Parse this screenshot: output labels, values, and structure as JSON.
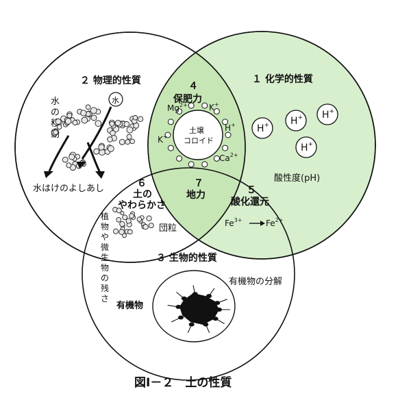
{
  "caption": "図Ⅰ－２　土の性質",
  "colors": {
    "chemical_fill": "#d8efce",
    "overlap_fill": "#c7e6b5",
    "stroke": "#111111",
    "white": "#ffffff"
  },
  "physical": {
    "title": "２ 物理的性質",
    "water_move_chars": [
      "水",
      "の",
      "移",
      "動"
    ],
    "water_circle": "水",
    "drainage": "水はけのよしあし"
  },
  "chemical": {
    "title": "１ 化学的性質",
    "h_ion": "H",
    "h_sup": "+",
    "acidity": "酸性度(pH)"
  },
  "biological": {
    "title": "３ 生物的性質",
    "organic": "有機物",
    "decomp": "有機物の分解"
  },
  "region4": {
    "num": "４",
    "title": "保肥力",
    "colloid_line1": "土壌",
    "colloid_line2": "コロイド",
    "ions": [
      {
        "base": "Mg",
        "sup": "2+"
      },
      {
        "base": "K",
        "sup": "+"
      },
      {
        "base": "H",
        "sup": "+"
      },
      {
        "base": "K",
        "sup": "+"
      },
      {
        "base": "Ca",
        "sup": "2+"
      }
    ]
  },
  "region5": {
    "num": "５",
    "title": "酸化還元",
    "fe3_base": "Fe",
    "fe3_sup": "3+",
    "fe2_base": "Fe",
    "fe2_sup": "2+"
  },
  "region6": {
    "num": "６",
    "line1": "土の",
    "line2": "やわらかさ",
    "aggregate": "団粒",
    "residue_col1": [
      "植",
      "物",
      "や",
      "微",
      "生",
      "物"
    ],
    "residue_col2": [
      "の",
      "残",
      "さ"
    ]
  },
  "region7": {
    "num": "７",
    "title": "地力"
  }
}
